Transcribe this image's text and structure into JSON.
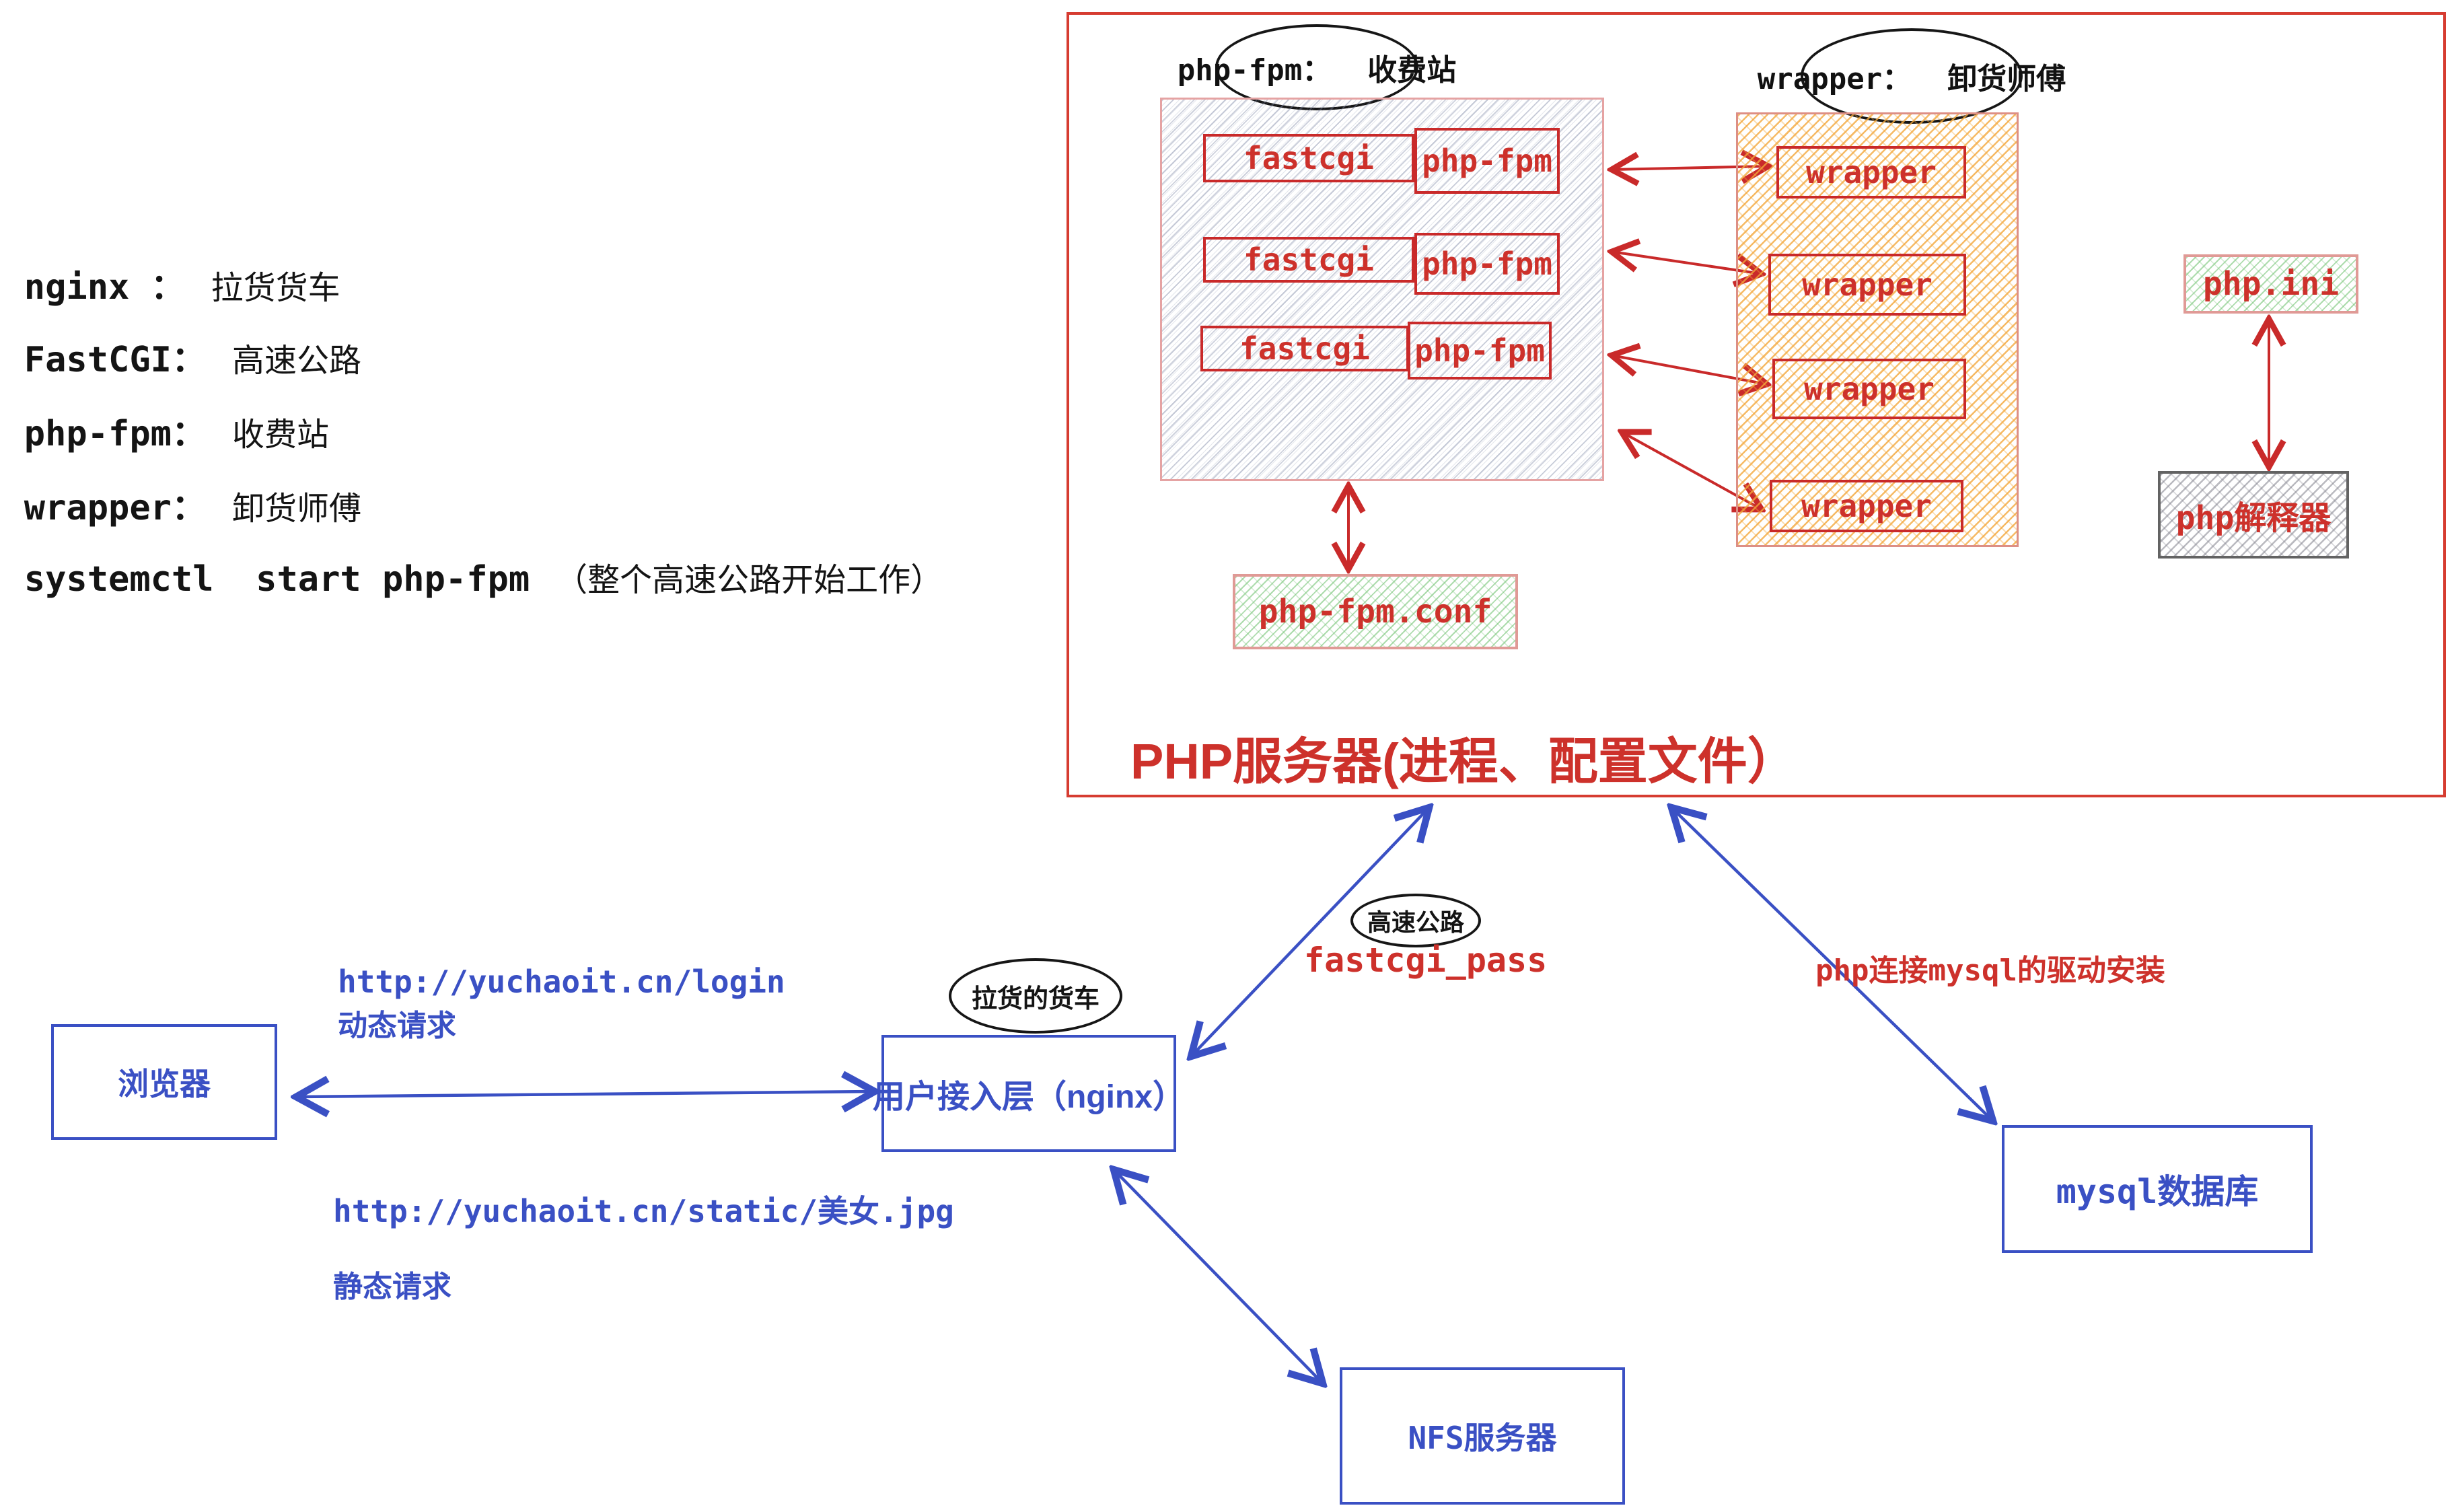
{
  "legend": {
    "items": [
      {
        "term": "nginx ：",
        "desc": "拉货货车"
      },
      {
        "term": "FastCGI：",
        "desc": "高速公路"
      },
      {
        "term": "php-fpm：",
        "desc": "收费站"
      },
      {
        "term": "wrapper：",
        "desc": "卸货师傅"
      },
      {
        "term": "systemctl  start php-fpm",
        "desc": "（整个高速公路开始工作）"
      }
    ]
  },
  "php_server": {
    "title": "PHP服务器(进程、配置文件）",
    "callout_phpfpm": "php-fpm：  收费站",
    "callout_wrapper": "wrapper：  卸货师傅",
    "fastcgi_label": "fastcgi",
    "phpfpm_label": "php-fpm",
    "wrapper_label": "wrapper",
    "conf_label": "php-fpm.conf",
    "ini_label": "php.ini",
    "interpreter_label": "php解释器"
  },
  "flow": {
    "browser_label": "浏览器",
    "nginx_label": "用户接入层（nginx）",
    "truck_callout": "拉货的货车",
    "highway_callout": "高速公路",
    "fastcgi_pass_label": "fastcgi_pass",
    "mysql_driver_note": "php连接mysql的驱动安装",
    "mysql_label": "mysql数据库",
    "nfs_label": "NFS服务器",
    "dynamic_url": "http://yuchaoit.cn/login",
    "dynamic_note": "动态请求",
    "static_url": "http://yuchaoit.cn/static/美女.jpg",
    "static_note": "静态请求"
  },
  "colors": {
    "red": "#cd312b",
    "blue": "#3a50c4",
    "black": "#141414",
    "pink_border": "#e5a3a3",
    "orange_hatch": "#f3a73a",
    "green_hatch": "#76c476",
    "slate_hatch": "#7d87a5",
    "gray_hatch": "#767682"
  }
}
